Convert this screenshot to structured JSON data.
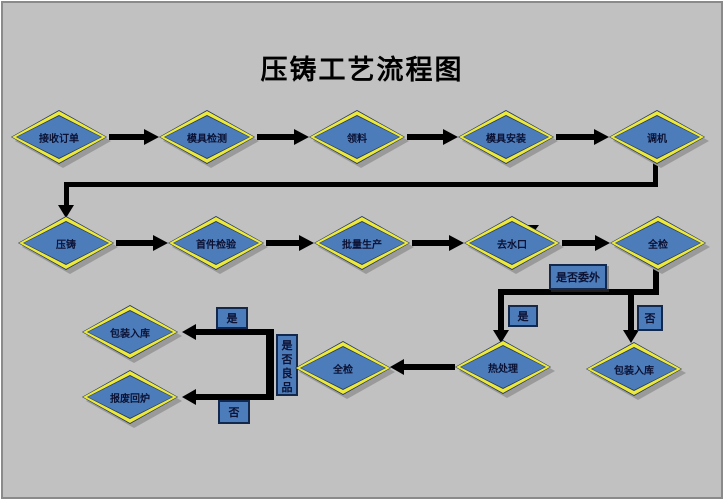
{
  "title": "压铸工艺流程图",
  "nodes": {
    "receive_order": "接收订单",
    "mold_test": "模具检测",
    "pick_material": "领料",
    "mold_install": "模具安装",
    "machine_tune": "调机",
    "die_cast": "压铸",
    "first_inspect": "首件检验",
    "batch_produce": "批量生产",
    "degate": "去水口",
    "full_inspect_top": "全检",
    "heat_treat": "热处理",
    "pack_store_right": "包装入库",
    "full_inspect_bottom": "全检",
    "pack_store_left": "包装入库",
    "scrap_remelt": "报废回炉"
  },
  "decisions": {
    "outsource": "是否委外",
    "good_product": "是否良品"
  },
  "branch_labels": {
    "outsource_yes": "是",
    "outsource_no": "否",
    "good_yes": "是",
    "good_no": "否"
  },
  "colors": {
    "canvas": "#c1c1c1",
    "frame": "#8a8a8a",
    "node_fill": "#4d7cba",
    "node_border": "#ece93b",
    "node_outline": "#22365e",
    "node_text": "#0b1233",
    "line": "#000000",
    "shadow": "#9a9a9a",
    "title_text": "#000000"
  }
}
